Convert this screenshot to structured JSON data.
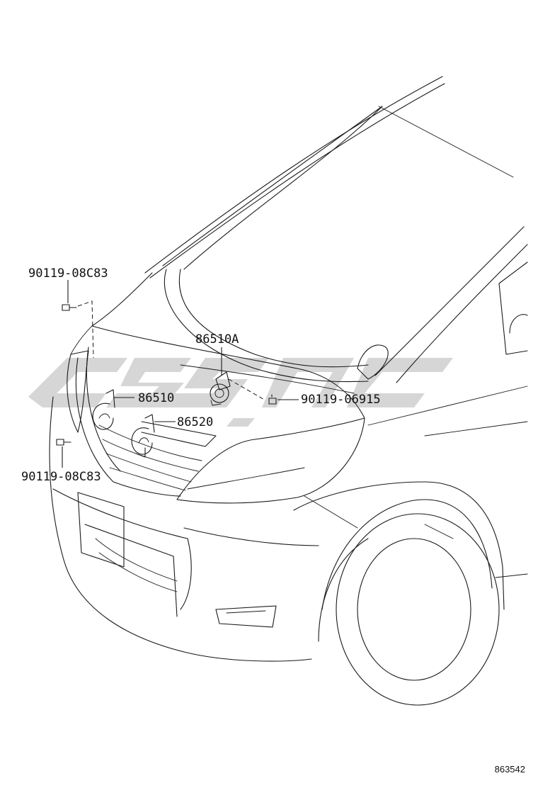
{
  "diagram": {
    "reference_number": "863542",
    "watermark": "CISAC",
    "colors": {
      "line": "#1a1a1a",
      "watermark": "#cfcfcf",
      "background": "#ffffff"
    },
    "parts": [
      {
        "id": "bolt_upper_left",
        "label": "90119-08C83",
        "icon": "bolt-icon"
      },
      {
        "id": "horn_high",
        "label": "86510A",
        "icon": "horn-icon"
      },
      {
        "id": "horn_mid",
        "label": "86510",
        "icon": "horn-icon"
      },
      {
        "id": "bolt_right",
        "label": "90119-06915",
        "icon": "bolt-icon"
      },
      {
        "id": "horn_low",
        "label": "86520",
        "icon": "horn-icon"
      },
      {
        "id": "bolt_lower_left",
        "label": "90119-08C83",
        "icon": "bolt-icon"
      }
    ]
  }
}
